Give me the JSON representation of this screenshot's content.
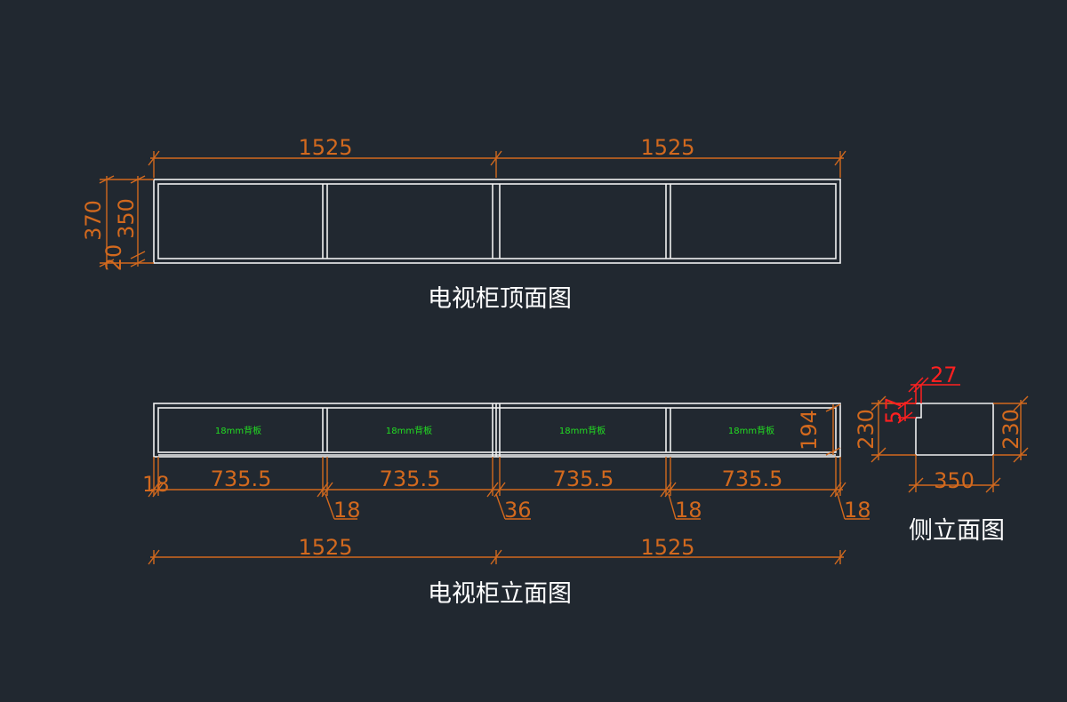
{
  "drawing": {
    "colors": {
      "background": "#212830",
      "dimension": "#d2691e",
      "outline": "#f0f0f0",
      "note": "#22dd22",
      "highlight": "#ff2020",
      "title": "#ffffff"
    },
    "top_view": {
      "title": "电视柜顶面图",
      "width_dims": [
        "1525",
        "1525"
      ],
      "depth_total": "370",
      "depth_inner": "350",
      "back_thickness": "20"
    },
    "front_view": {
      "title": "电视柜立面图",
      "bay_widths": [
        "735.5",
        "735.5",
        "735.5",
        "735.5"
      ],
      "end_left": "18",
      "partitions": [
        "18",
        "36",
        "18",
        "18"
      ],
      "inner_height": "194",
      "overall_dims": [
        "1525",
        "1525"
      ],
      "back_panel_notes": [
        "18mm背板",
        "18mm背板",
        "18mm背板",
        "18mm背板"
      ]
    },
    "side_view": {
      "title": "侧立面图",
      "height_left": "230",
      "height_right": "230",
      "depth": "350",
      "notch_width": "27",
      "notch_height": "57"
    }
  }
}
